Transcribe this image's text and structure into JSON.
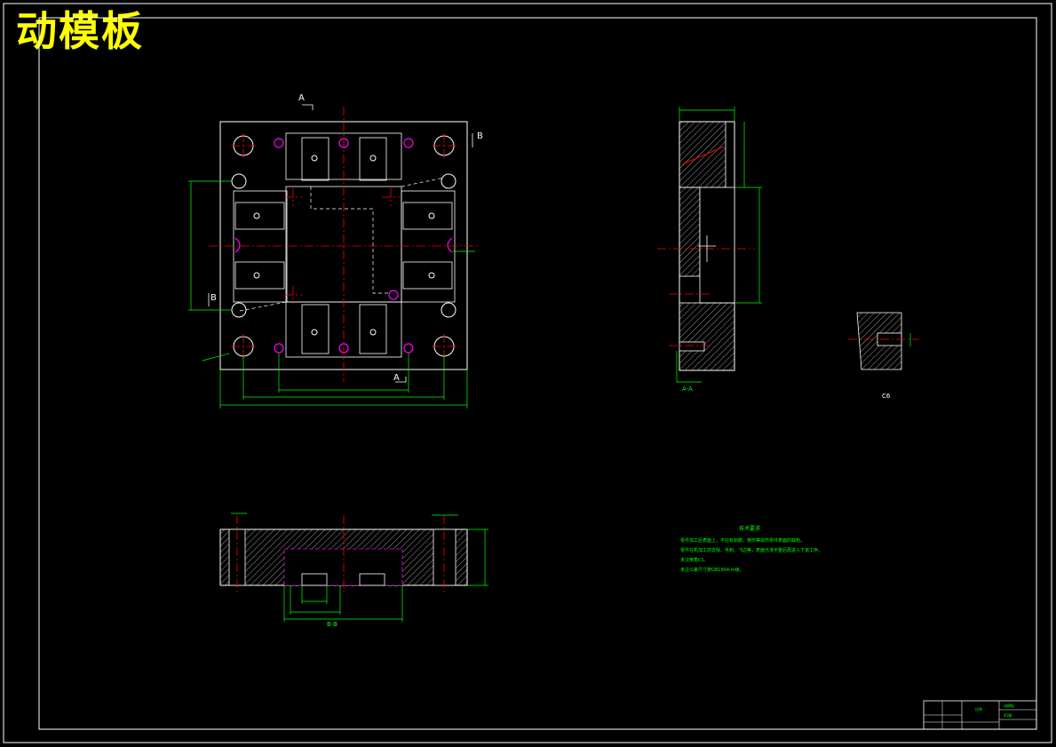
{
  "title": "动模板",
  "colors": {
    "background": "#000000",
    "outline": "#ffffff",
    "dimension": "#00ff00",
    "centerline": "#ff0000",
    "hidden": "#ffff00",
    "hatch": "#ffffff",
    "accent": "#ff00ff",
    "title": "#ffff00"
  },
  "section_labels": {
    "a": "A",
    "b": "B",
    "section_aa": "A-A",
    "section_bb": "B-B",
    "detail": "C6"
  },
  "tech_requirements": {
    "heading": "技术要求",
    "items": [
      "零件加工后表面上，不应有划痕、擦伤等损伤零件表面的缺陷。",
      "零件在机加工前去除、毛刺、飞边等，表面光滑平整后再进入下道工序。",
      "未注倒角C1。",
      "未注公差尺寸按GB1804-m级。"
    ]
  },
  "title_block": {
    "scale": "比例",
    "name": "动模板",
    "material": "45钢"
  }
}
